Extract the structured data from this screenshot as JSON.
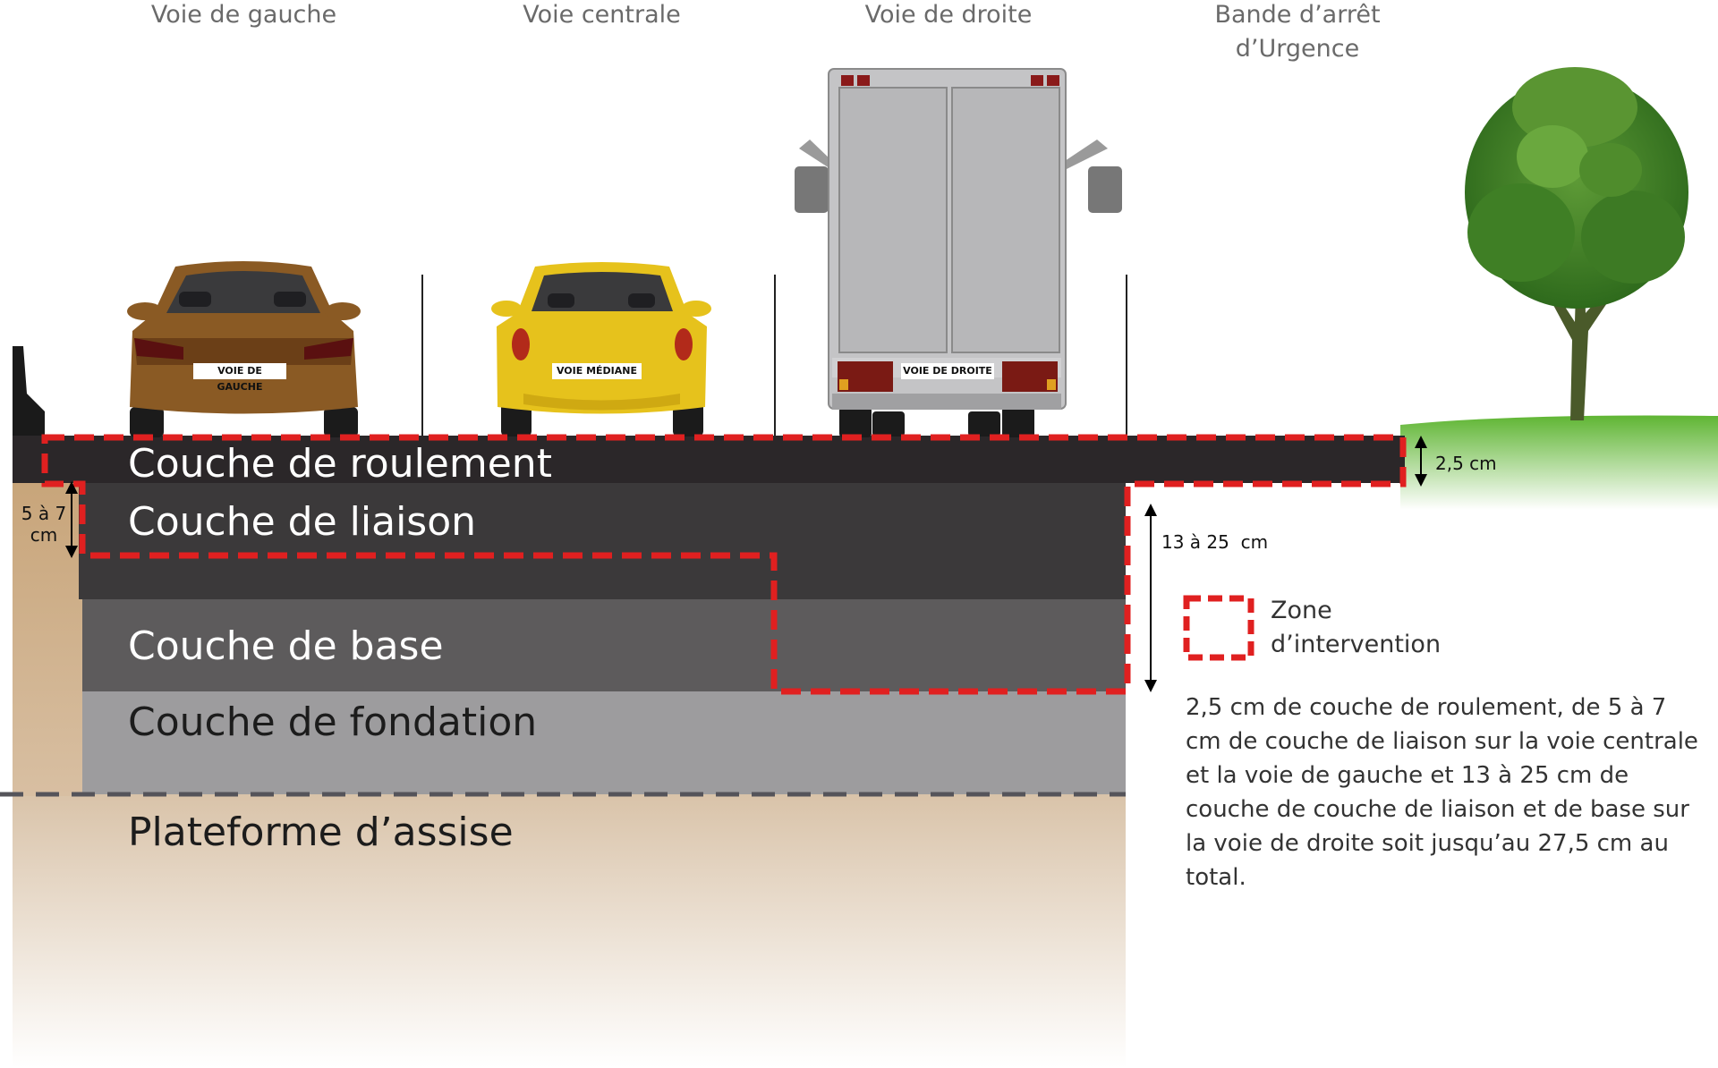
{
  "lanes": {
    "left": "Voie de gauche",
    "center": "Voie centrale",
    "right": "Voie de droite",
    "shoulder_line1": "Bande d’arrêt",
    "shoulder_line2": "d’Urgence"
  },
  "plates": {
    "car_left": "VOIE DE GAUCHE",
    "car_center": "VOIE MÉDIANE",
    "truck": "VOIE DE DROITE"
  },
  "layers": {
    "roulement": "Couche de roulement",
    "liaison": "Couche de liaison",
    "base": "Couche de base",
    "fondation": "Couche de fondation",
    "plateforme": "Plateforme d’assise"
  },
  "measures": {
    "top_thickness": "2,5 cm",
    "left_line1": "5 à 7",
    "left_line2": "cm",
    "right_depth": "13 à 25  cm"
  },
  "legend": {
    "line1": "Zone",
    "line2": "d’intervention"
  },
  "description": "2,5 cm de couche de roulement, de 5 à 7 cm de couche de liaison sur la voie centrale et la voie de gauche et 13 à 25 cm de couche de couche de liaison et de base sur la voie de droite soit jusqu’au 27,5 cm au total.",
  "colors": {
    "roulement": "#2b2729",
    "liaison": "#3b393a",
    "base": "#5d5b5c",
    "fondation": "#9d9c9e",
    "zone": "#e02020",
    "grass": "#6bbf3e",
    "car_left": "#8a5a24",
    "car_center": "#e6c21c",
    "truck": "#c4c4c6"
  }
}
